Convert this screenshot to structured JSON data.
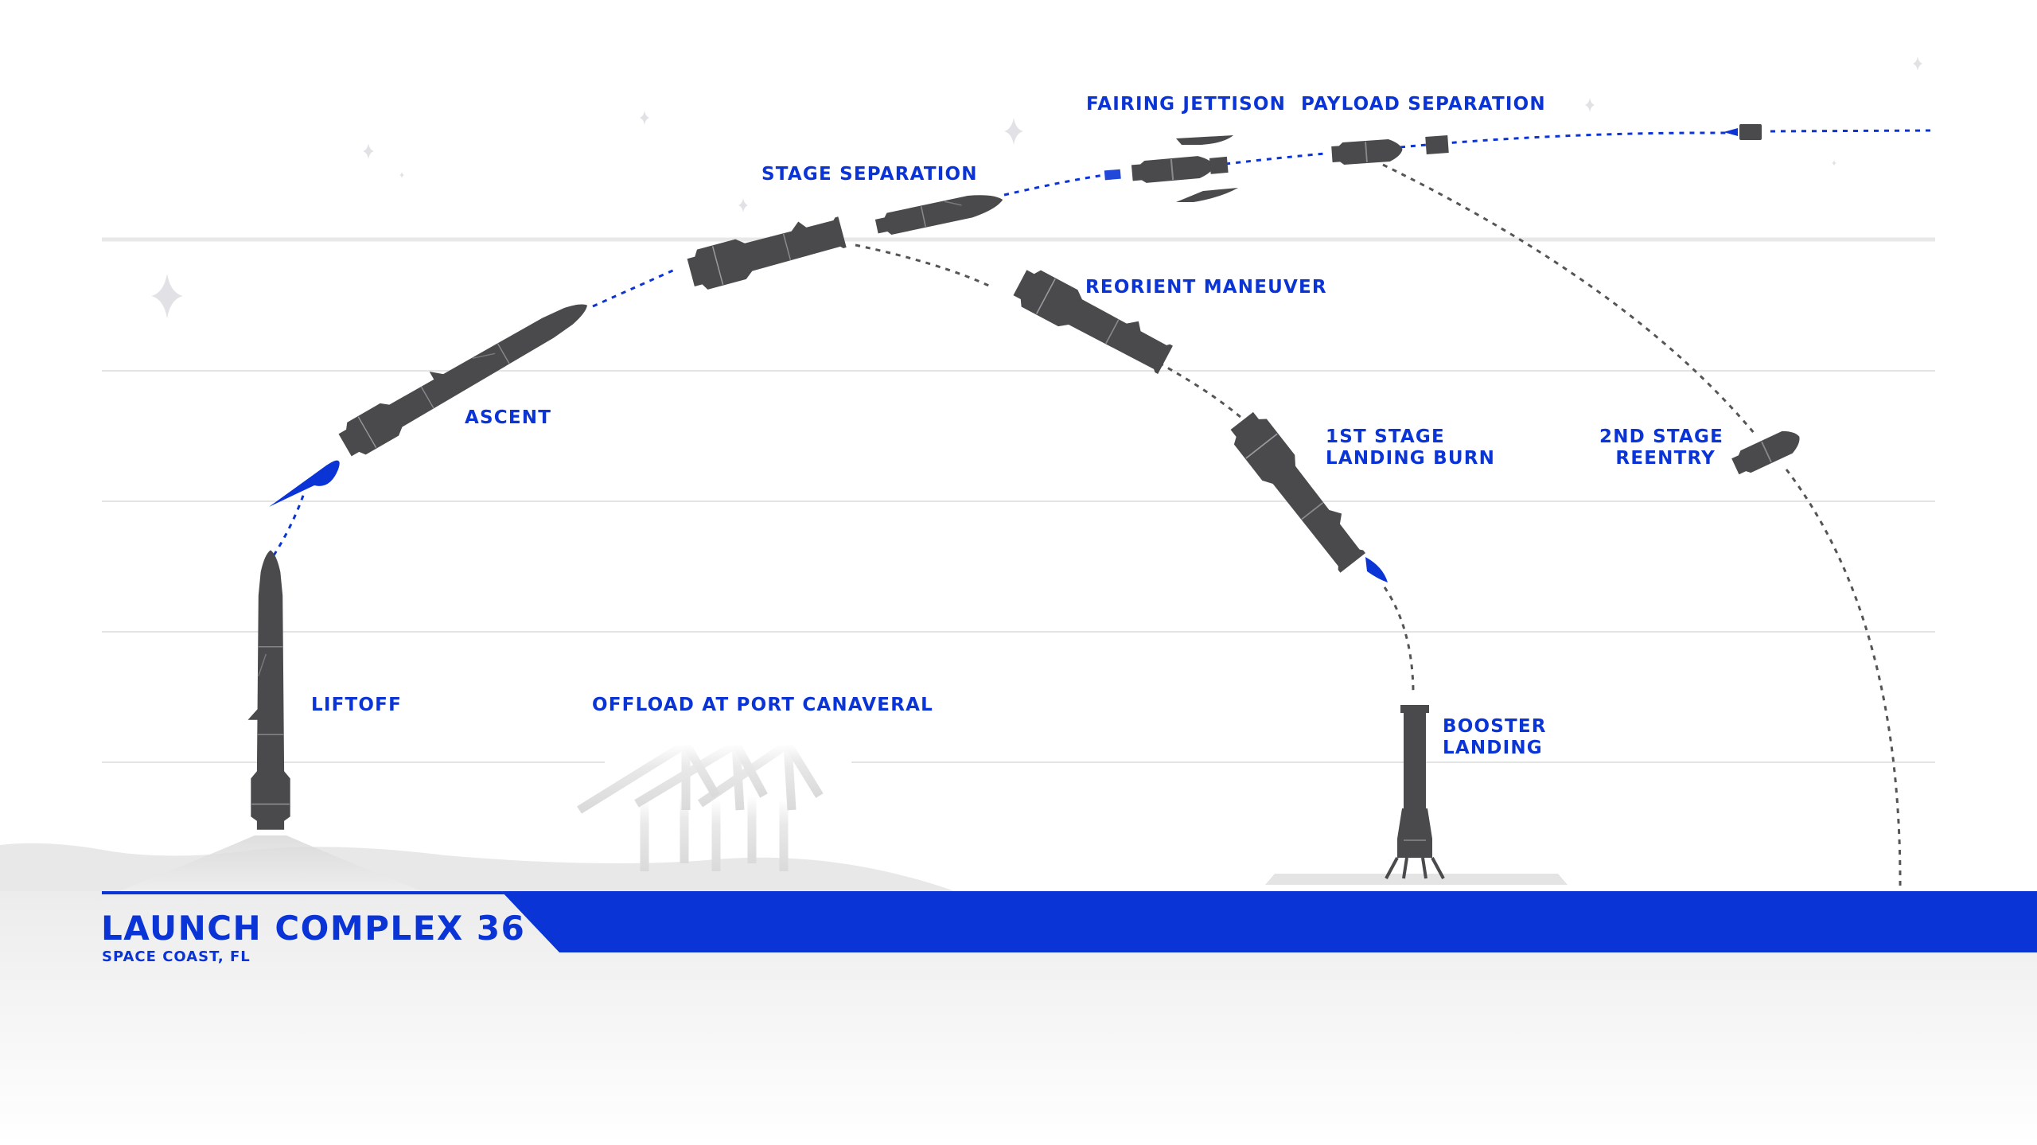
{
  "colors": {
    "accent": "#0a34d6",
    "rocket": "#4a4a4d",
    "trajectory_dark": "#555555",
    "trajectory_blue": "#0a34d6",
    "ground": "#e6e6e6",
    "gridline": "#e3e3e3"
  },
  "labels": {
    "liftoff": "LIFTOFF",
    "ascent": "ASCENT",
    "stage_separation": "STAGE SEPARATION",
    "fairing_jettison": "FAIRING JETTISON",
    "payload_separation": "PAYLOAD SEPARATION",
    "reorient_maneuver": "REORIENT MANEUVER",
    "landing_burn": [
      "1ST STAGE",
      "LANDING BURN"
    ],
    "reentry": [
      "2ND STAGE",
      "REENTRY"
    ],
    "booster_landing": [
      "BOOSTER",
      "LANDING"
    ],
    "offload": "OFFLOAD AT PORT CANAVERAL"
  },
  "site": {
    "title": "LAUNCH COMPLEX 36",
    "subtitle": "SPACE COAST, FL"
  },
  "icons": [
    "star-icon",
    "rocket-icon",
    "flame-icon",
    "crane-icon",
    "landing-pad-icon"
  ]
}
